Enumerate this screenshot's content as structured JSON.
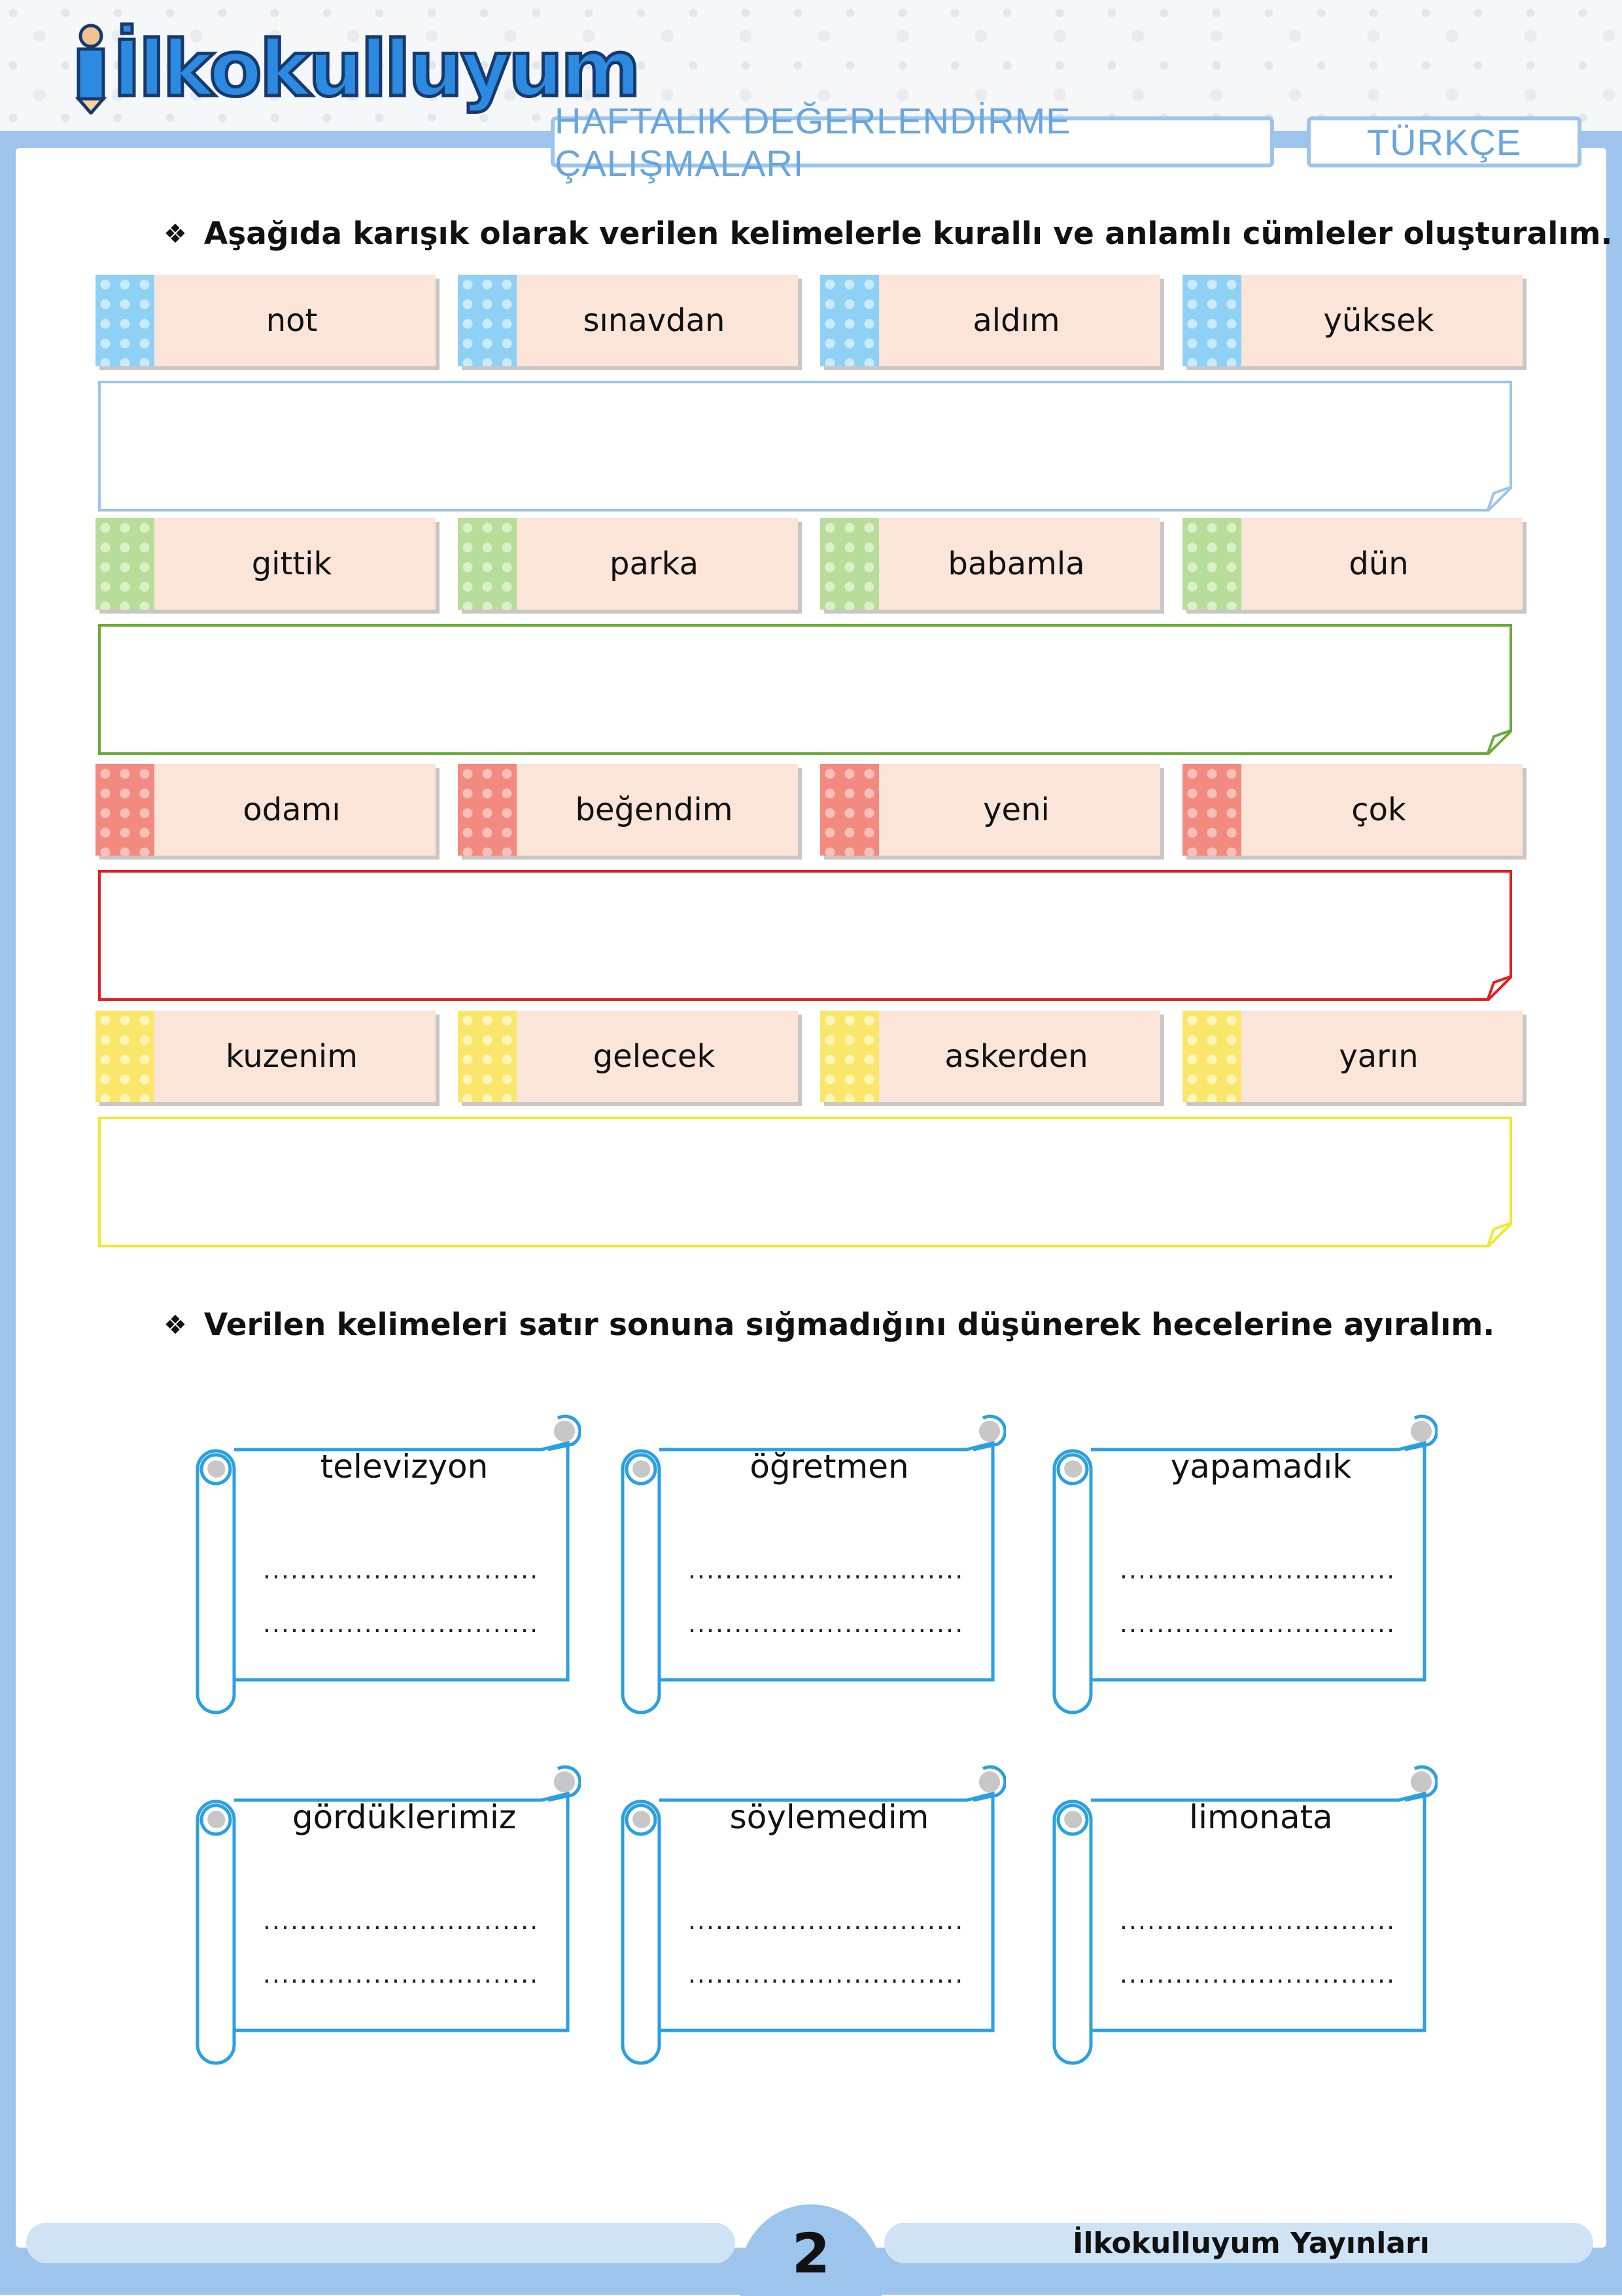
{
  "header": {
    "logo_text": "İlkokulluyum",
    "title": "HAFTALIK DEĞERLENDİRME ÇALIŞMALARI",
    "subject": "TÜRKÇE"
  },
  "section1": {
    "bullet": "❖",
    "instruction": "Aşağıda karışık olarak verilen kelimelerle kurallı ve anlamlı cümleler oluşturalım.",
    "groups": [
      {
        "color": "#8fd0f5",
        "border": "#9cc4ec",
        "words": [
          "not",
          "sınavdan",
          "aldım",
          "yüksek"
        ]
      },
      {
        "color": "#b8dc9a",
        "border": "#6aaa3a",
        "words": [
          "gittik",
          "parka",
          "babamla",
          "dün"
        ]
      },
      {
        "color": "#f28a7f",
        "border": "#e02020",
        "words": [
          "odamı",
          "beğendim",
          "yeni",
          "çok"
        ]
      },
      {
        "color": "#fbe66c",
        "border": "#f0e830",
        "words": [
          "kuzenim",
          "gelecek",
          "askerden",
          "yarın"
        ]
      }
    ]
  },
  "section2": {
    "bullet": "❖",
    "instruction": "Verilen kelimeleri satır sonuna sığmadığını düşünerek hecelerine ayıralım.",
    "dots": "..............................",
    "words": [
      "televizyon",
      "öğretmen",
      "yapamadık",
      "gördüklerimiz",
      "söylemedim",
      "limonata"
    ]
  },
  "footer": {
    "page_number": "2",
    "publisher": "İlkokulluyum Yayınları"
  },
  "colors": {
    "frame": "#9cc4ec",
    "card": "#fbe4d8",
    "scroll_line": "#2aa0e0"
  }
}
